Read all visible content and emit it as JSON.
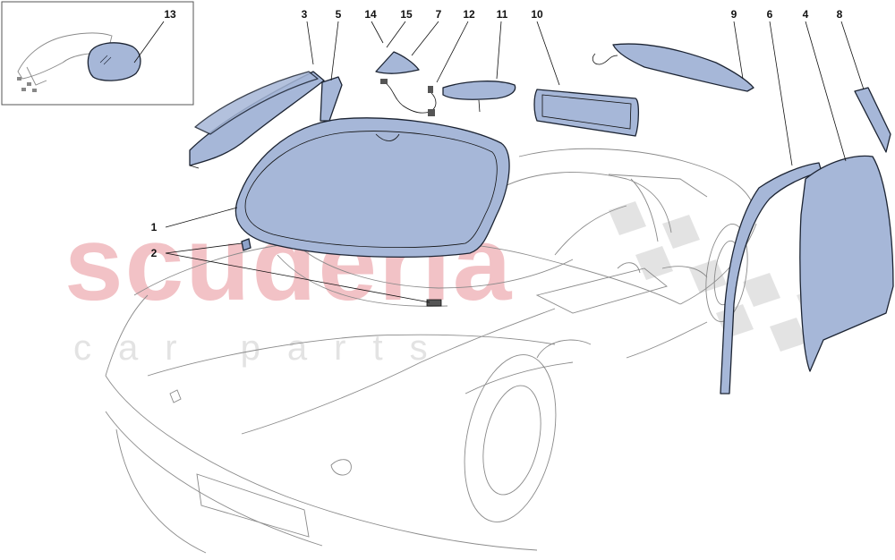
{
  "watermark": {
    "main": "scuderia",
    "sub": "car parts"
  },
  "colors": {
    "glass": "#a6b7d8",
    "outline": "#1c2433",
    "watermark": "#f2c2c6",
    "car_line": "#8a8a8a"
  },
  "callouts": [
    "1",
    "2",
    "3",
    "4",
    "5",
    "6",
    "7",
    "8",
    "9",
    "10",
    "11",
    "12",
    "13",
    "14",
    "15"
  ]
}
